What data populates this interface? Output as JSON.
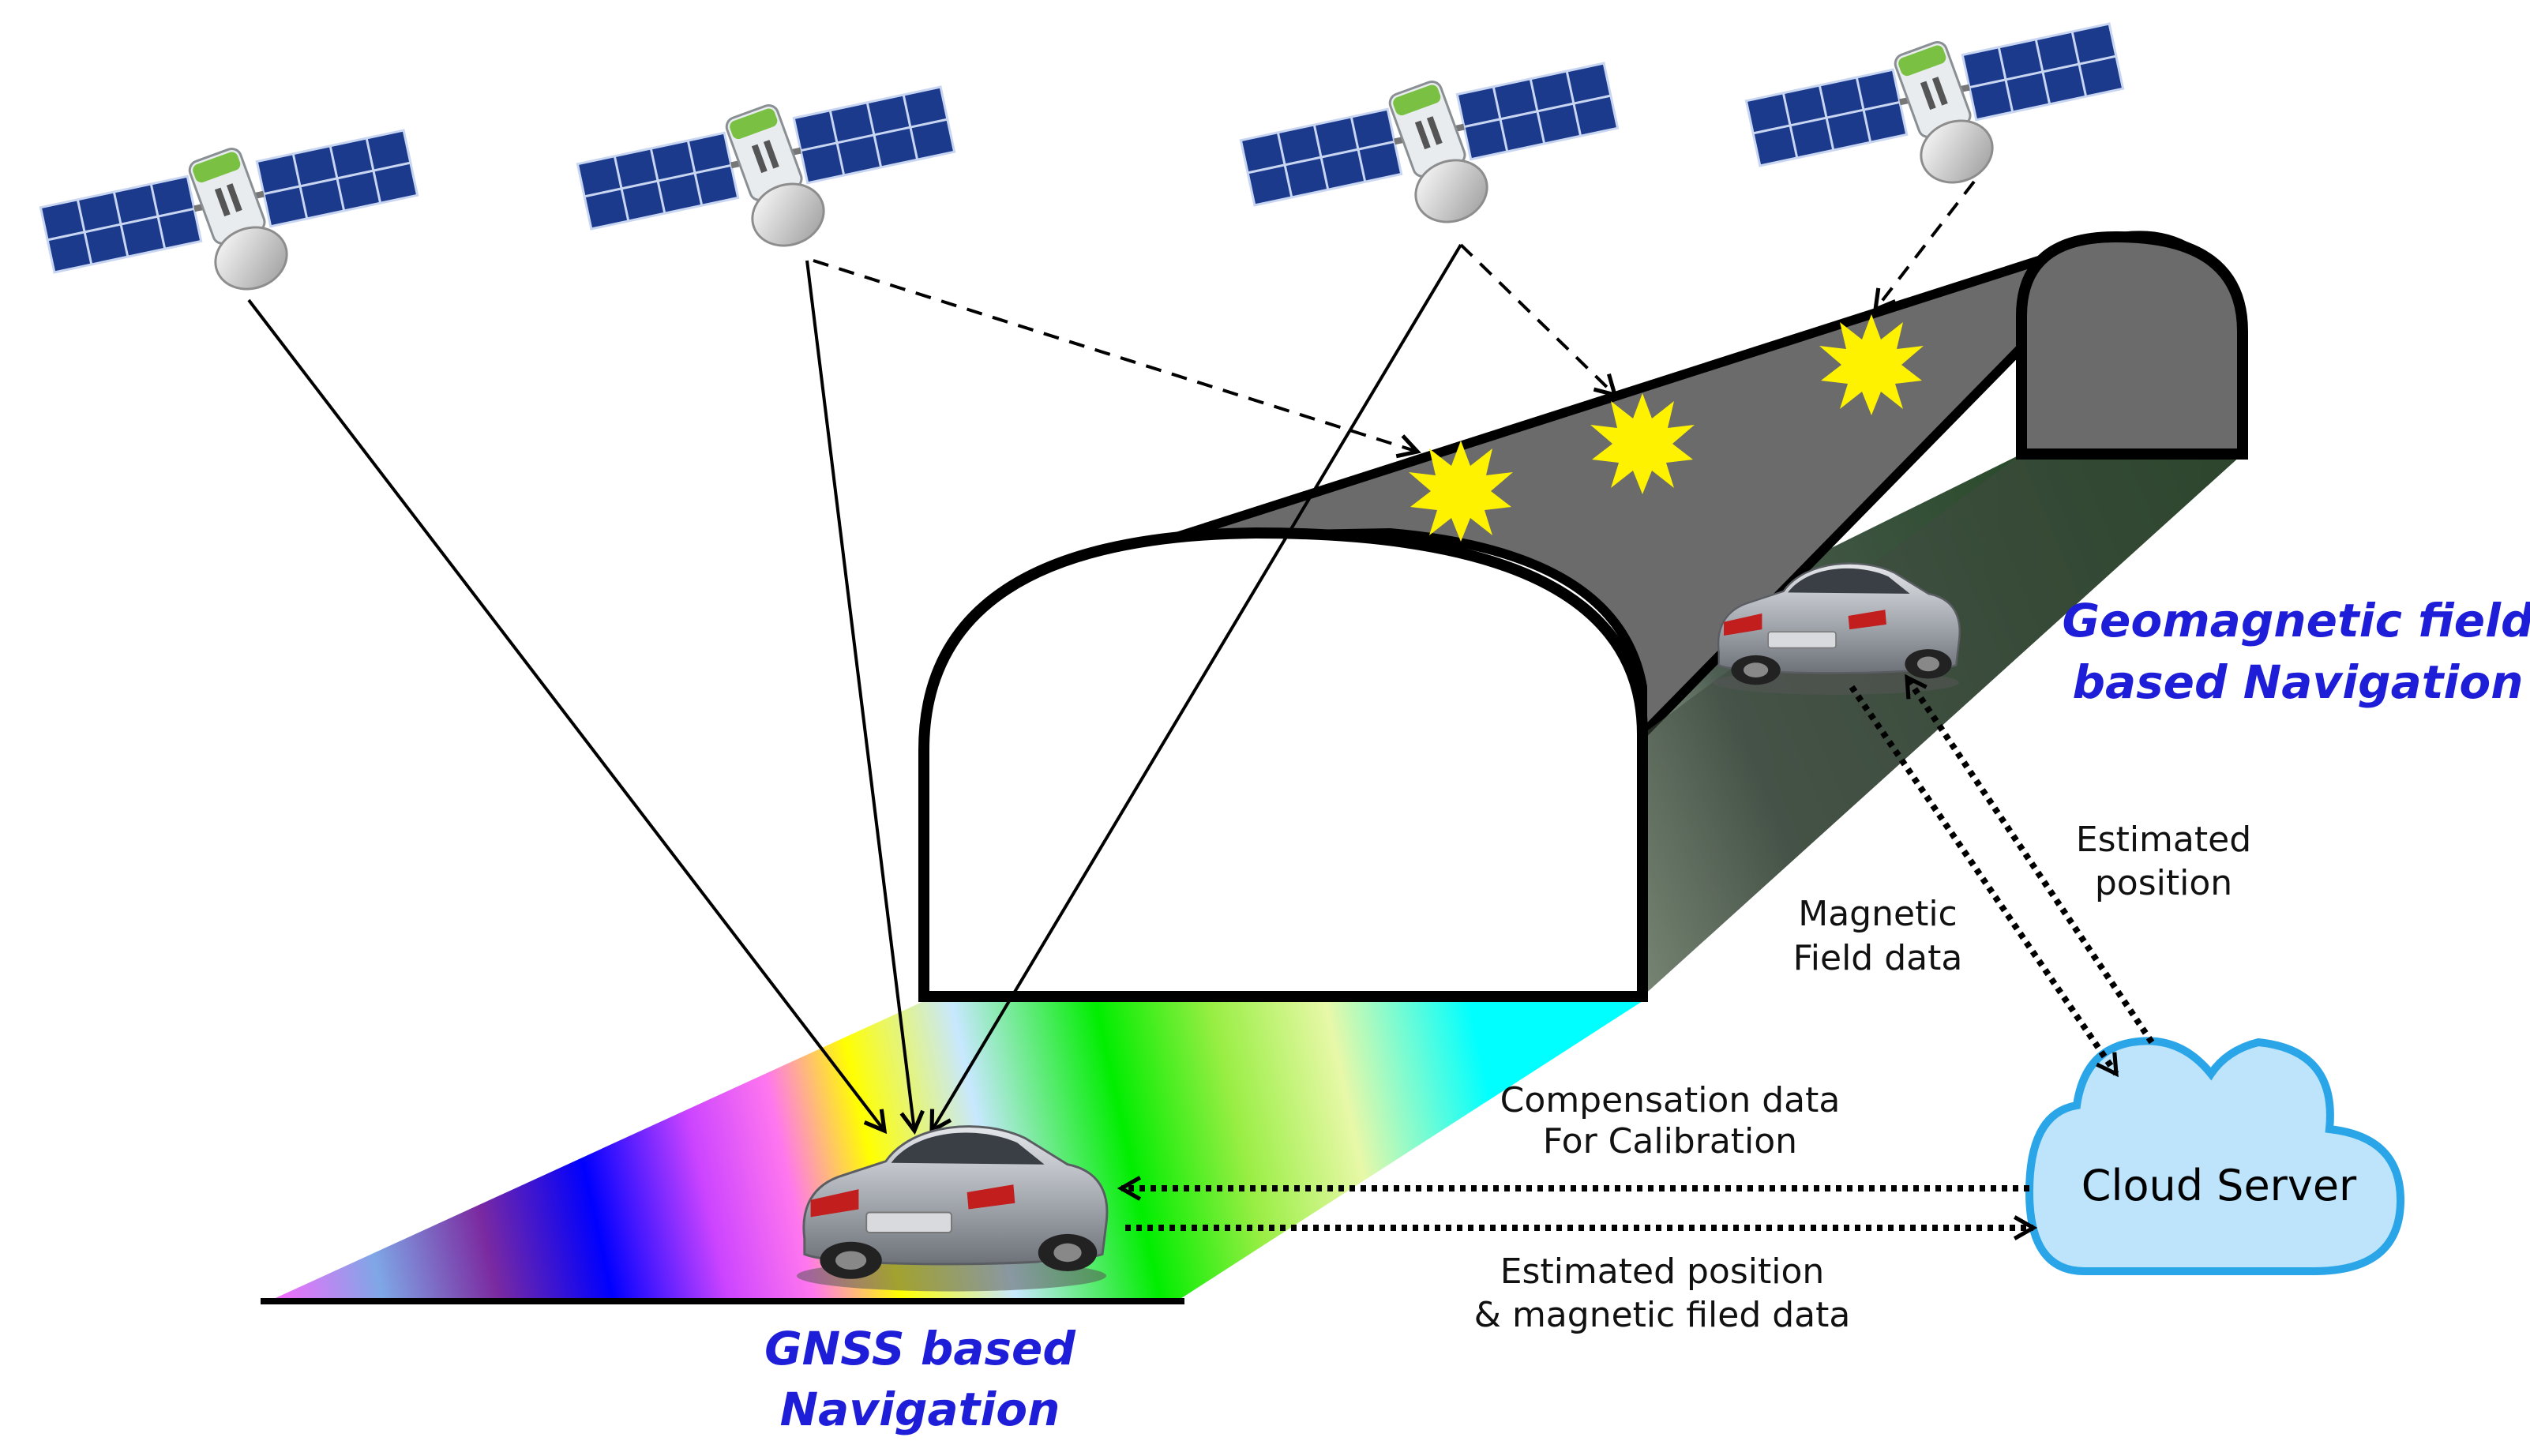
{
  "labels": {
    "gnss_title_line1": "GNSS based",
    "gnss_title_line2": "Navigation",
    "geo_title_line1": "Geomagnetic field",
    "geo_title_line2": "based Navigation",
    "cloud_server": "Cloud Server",
    "magnetic_line1": "Magnetic",
    "magnetic_line2": "Field data",
    "estimated_line1": "Estimated",
    "estimated_line2": "position",
    "compensation_line1": "Compensation data",
    "compensation_line2": "For Calibration",
    "est_mag_line1": "Estimated position",
    "est_mag_line2": "& magnetic filed data"
  },
  "colors": {
    "title_blue": "#1e1ed8",
    "cloud_fill": "#bde4fb",
    "cloud_stroke": "#2aa5e8",
    "tunnel_gray": "#6b6b6b",
    "star_yellow": "#fff200",
    "panel_blue": "#1b3a8c"
  }
}
